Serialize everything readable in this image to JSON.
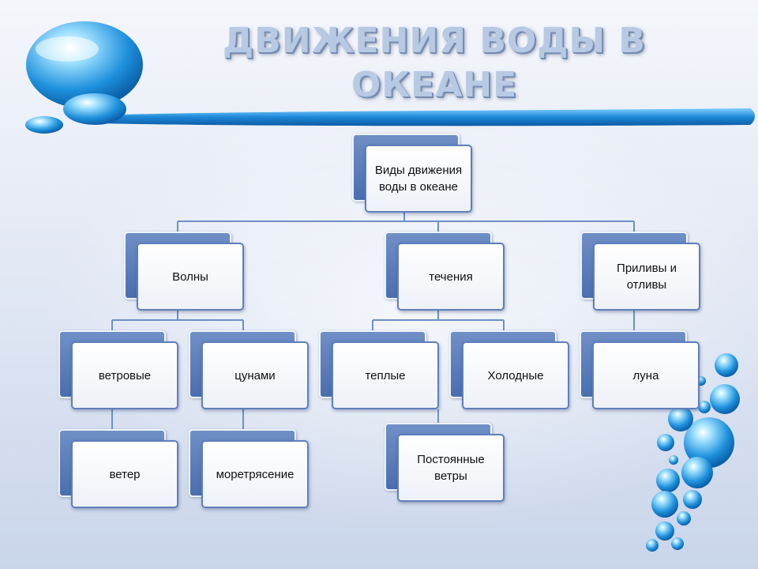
{
  "title": {
    "line1": "ДВИЖЕНИЯ ВОДЫ В",
    "line2": "ОКЕАНЕ"
  },
  "colors": {
    "box_back": "#5475b4",
    "box_border": "#5f7fbc",
    "connector": "#6f8fc6",
    "stroke_accent": "#1e88d8"
  },
  "nodes": {
    "root": "Виды движения воды в океане",
    "waves": "Волны",
    "currents": "течения",
    "tides": "Приливы и отливы",
    "wind_waves": "ветровые",
    "tsunami": "цунами",
    "warm": "теплые",
    "cold": "Холодные",
    "moon": "луна",
    "wind": "ветер",
    "earthquake": "моретрясение",
    "trade_winds": "Постоянные ветры"
  }
}
